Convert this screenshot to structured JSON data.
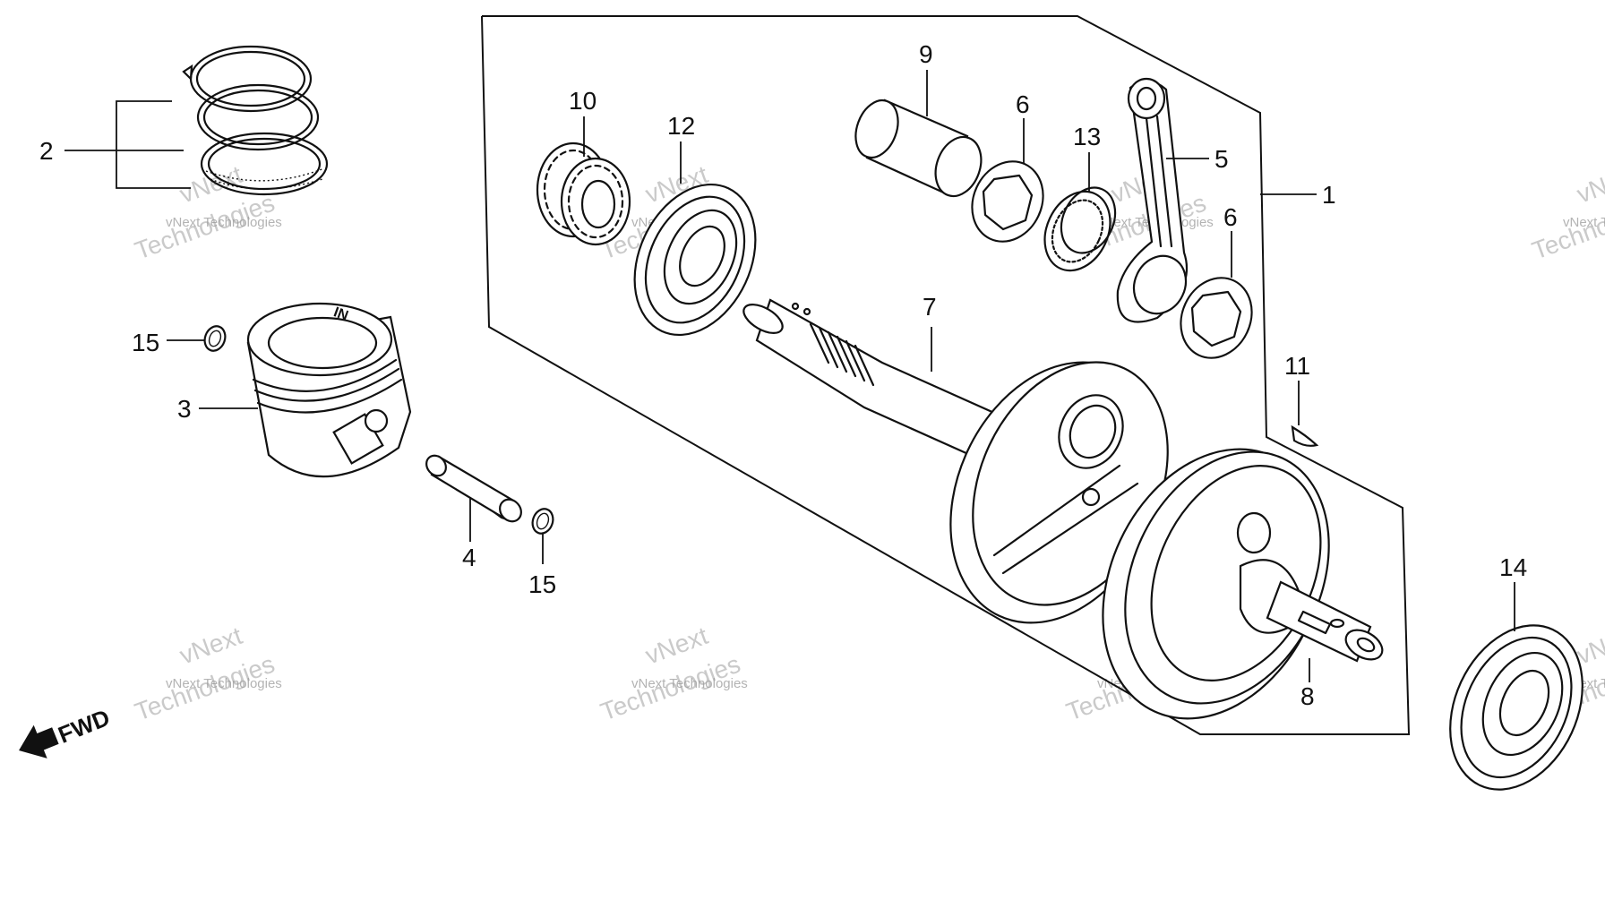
{
  "diagram": {
    "callouts": {
      "c1": "1",
      "c2": "2",
      "c3": "3",
      "c4": "4",
      "c5": "5",
      "c6a": "6",
      "c6b": "6",
      "c7": "7",
      "c8": "8",
      "c9": "9",
      "c10": "10",
      "c11": "11",
      "c12": "12",
      "c13": "13",
      "c14": "14",
      "c15a": "15",
      "c15b": "15"
    },
    "piston_marking": "IN",
    "fwd_label": "FWD",
    "watermark": {
      "line1": "vNext Technologies",
      "line2": "vNext",
      "line3": "Technologies"
    }
  }
}
